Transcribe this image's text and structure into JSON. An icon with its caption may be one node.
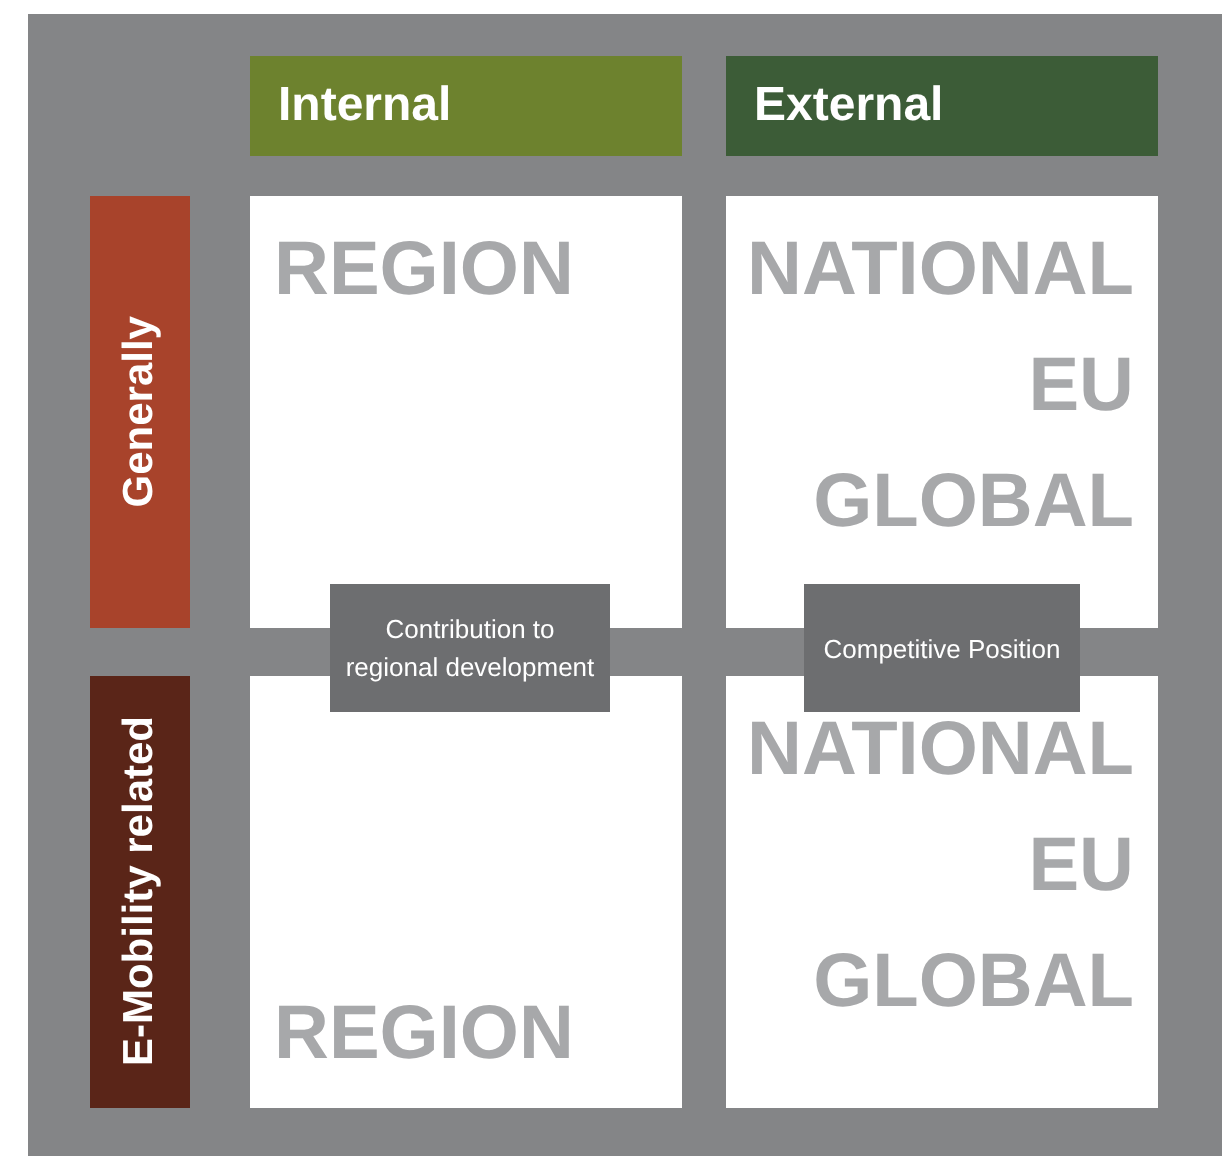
{
  "diagram": {
    "nodes": [
      {
        "text": [
          "Internal"
        ]
      },
      {
        "text": [
          "External"
        ]
      },
      {
        "text": [
          "Generally"
        ]
      },
      {
        "text": [
          "E-Mobility related"
        ]
      },
      {
        "text": [
          "REGION"
        ]
      },
      {
        "text": [
          "NATIONAL",
          "EU",
          "GLOBAL"
        ]
      },
      {
        "text": [
          "REGION"
        ]
      },
      {
        "text": [
          "NATIONAL",
          "EU",
          "GLOBAL"
        ]
      },
      {
        "text": [
          "Contribution to regional development"
        ]
      },
      {
        "text": [
          "Competitive Position"
        ]
      }
    ]
  }
}
